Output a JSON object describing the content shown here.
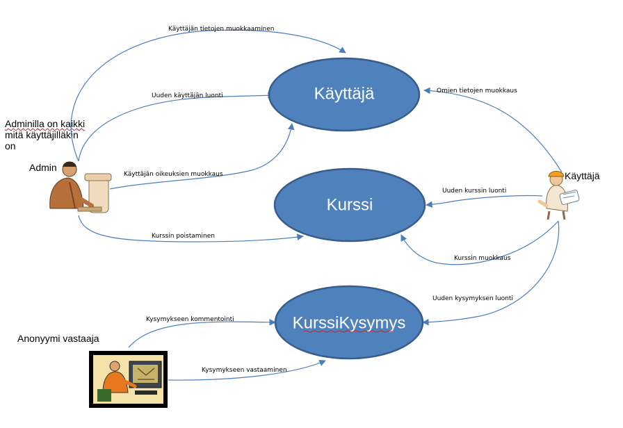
{
  "colors": {
    "ellipse_fill": "#4f81bd",
    "ellipse_stroke": "#385d8a",
    "connector": "#4a7ebb",
    "spelling_underline": "#d02020"
  },
  "note": {
    "line1": "Adminilla on kaikki",
    "line2": "mitä käyttäjilläkin",
    "line3": "on"
  },
  "nodes": {
    "kayttaja": "Käyttäjä",
    "kurssi": "Kurssi",
    "kurssikysymys": "KurssiKysymys"
  },
  "actors": {
    "admin": "Admin",
    "user": "Käyttäjä",
    "anon": "Anonyymi vastaaja"
  },
  "edges": {
    "user_edit_admin": "Käyttäjän tietojen muokkaaminen",
    "new_user": "Uuden käyttäjän luonti",
    "rights_edit": "Käyttäjän oikeuksien muokkaus",
    "course_delete": "Kurssin poistaminen",
    "own_edit": "Omien tietojen muokkaus",
    "new_course": "Uuden kurssin luonti",
    "course_edit": "Kurssin muokkaus",
    "new_question": "Uuden kysymyksen luonti",
    "comment": "Kysymykseen kommentointi",
    "answer": "Kysymykseen vastaaminen"
  },
  "icons": {
    "admin": "businessman-at-computer-icon",
    "user": "engineer-with-plans-icon",
    "anon": "person-at-computer-icon"
  }
}
